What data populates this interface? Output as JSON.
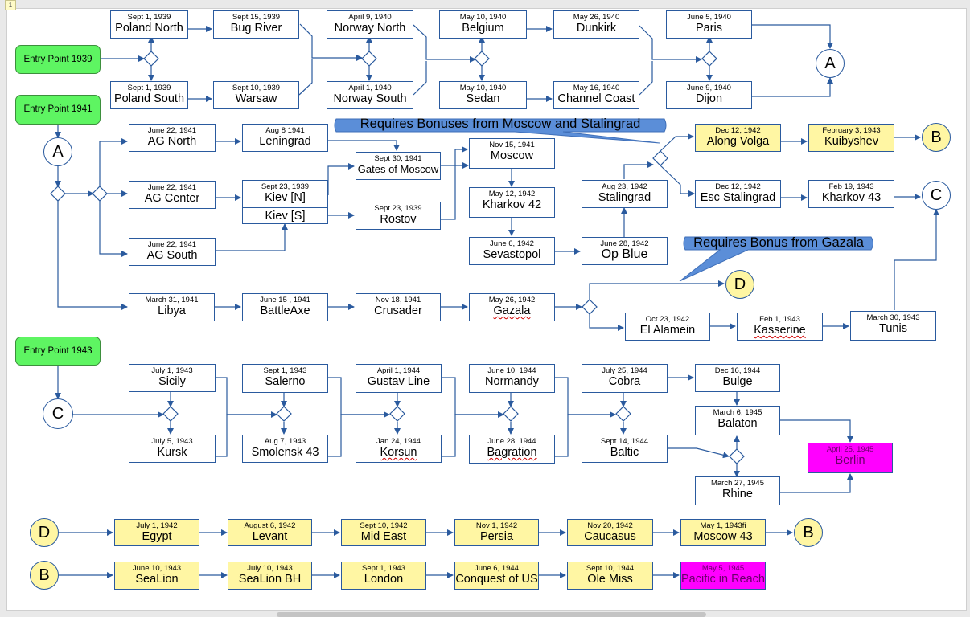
{
  "page_marker": "1",
  "colors": {
    "connector": "#2a5a9e",
    "entry": "#5ef562",
    "yellow": "#fff6a3",
    "magenta": "#ff00ff",
    "callout": "#5b8ed8"
  },
  "entries": {
    "e1939": "Entry Point 1939",
    "e1941": "Entry Point 1941",
    "e1943": "Entry Point 1943"
  },
  "callouts": {
    "moscow_stalingrad": "Requires Bonuses from Moscow and Stalingrad",
    "gazala": "Requires Bonus from Gazala"
  },
  "markers": {
    "a": "A",
    "b": "B",
    "c": "C",
    "d": "D"
  },
  "nodes": {
    "poland_north": {
      "date": "Sept 1, 1939",
      "name": "Poland North"
    },
    "poland_south": {
      "date": "Sept 1, 1939",
      "name": "Poland South"
    },
    "bug_river": {
      "date": "Sept 15, 1939",
      "name": "Bug River"
    },
    "warsaw": {
      "date": "Sept 10, 1939",
      "name": "Warsaw"
    },
    "norway_north": {
      "date": "April 9, 1940",
      "name": "Norway North"
    },
    "norway_south": {
      "date": "April 1, 1940",
      "name": "Norway South"
    },
    "belgium": {
      "date": "May 10, 1940",
      "name": "Belgium"
    },
    "sedan": {
      "date": "May 10, 1940",
      "name": "Sedan"
    },
    "dunkirk": {
      "date": "May 26, 1940",
      "name": "Dunkirk"
    },
    "channel_coast": {
      "date": "May 16, 1940",
      "name": "Channel Coast"
    },
    "paris": {
      "date": "June 5, 1940",
      "name": "Paris"
    },
    "dijon": {
      "date": "June 9, 1940",
      "name": "Dijon"
    },
    "ag_north": {
      "date": "June 22, 1941",
      "name": "AG North"
    },
    "ag_center": {
      "date": "June 22, 1941",
      "name": "AG Center"
    },
    "ag_south": {
      "date": "June 22, 1941",
      "name": "AG South"
    },
    "leningrad": {
      "date": "Aug 8 1941",
      "name": "Leningrad"
    },
    "kiev_n": {
      "date": "Sept 23, 1939",
      "name": "Kiev [N]"
    },
    "kiev_s": {
      "name": "Kiev [S]"
    },
    "gates_moscow": {
      "date": "Sept 30, 1941",
      "name": "Gates of Moscow"
    },
    "rostov": {
      "date": "Sept 23, 1939",
      "name": "Rostov"
    },
    "moscow": {
      "date": "Nov 15, 1941",
      "name": "Moscow"
    },
    "kharkov42": {
      "date": "May 12, 1942",
      "name": "Kharkov 42"
    },
    "sevastopol": {
      "date": "June 6, 1942",
      "name": "Sevastopol"
    },
    "op_blue": {
      "date": "June 28, 1942",
      "name": "Op Blue"
    },
    "stalingrad": {
      "date": "Aug 23, 1942",
      "name": "Stalingrad"
    },
    "along_volga": {
      "date": "Dec 12, 1942",
      "name": "Along Volga"
    },
    "kuibyshev": {
      "date": "February 3, 1943",
      "name": "Kuibyshev"
    },
    "esc_stalingrad": {
      "date": "Dec 12, 1942",
      "name": "Esc Stalingrad"
    },
    "kharkov43": {
      "date": "Feb 19, 1943",
      "name": "Kharkov 43"
    },
    "libya": {
      "date": "March 31, 1941",
      "name": "Libya"
    },
    "battleaxe": {
      "date": "June 15 , 1941",
      "name": "BattleAxe"
    },
    "crusader": {
      "date": "Nov 18, 1941",
      "name": "Crusader"
    },
    "gazala": {
      "date": "May 26, 1942",
      "name": "Gazala"
    },
    "el_alamein": {
      "date": "Oct 23, 1942",
      "name": "El Alamein"
    },
    "kasserine": {
      "date": "Feb 1, 1943",
      "name": "Kasserine"
    },
    "tunis": {
      "date": "March 30, 1943",
      "name": "Tunis"
    },
    "sicily": {
      "date": "July 1, 1943",
      "name": "Sicily"
    },
    "kursk": {
      "date": "July 5, 1943",
      "name": "Kursk"
    },
    "salerno": {
      "date": "Sept 1, 1943",
      "name": "Salerno"
    },
    "smolensk": {
      "date": "Aug 7, 1943",
      "name": "Smolensk 43"
    },
    "gustav": {
      "date": "April 1, 1944",
      "name": "Gustav Line"
    },
    "korsun": {
      "date": "Jan 24, 1944",
      "name": "Korsun"
    },
    "normandy": {
      "date": "June 10, 1944",
      "name": "Normandy"
    },
    "bagration": {
      "date": "June 28, 1944",
      "name": "Bagration"
    },
    "cobra": {
      "date": "July 25, 1944",
      "name": "Cobra"
    },
    "baltic": {
      "date": "Sept 14, 1944",
      "name": "Baltic"
    },
    "bulge": {
      "date": "Dec 16, 1944",
      "name": "Bulge"
    },
    "balaton": {
      "date": "March 6, 1945",
      "name": "Balaton"
    },
    "rhine": {
      "date": "March 27, 1945",
      "name": "Rhine"
    },
    "berlin": {
      "date": "April 25, 1945",
      "name": "Berlin"
    },
    "egypt": {
      "date": "July 1, 1942",
      "name": "Egypt"
    },
    "levant": {
      "date": "August 6, 1942",
      "name": "Levant"
    },
    "mid_east": {
      "date": "Sept 10, 1942",
      "name": "Mid East"
    },
    "persia": {
      "date": "Nov 1, 1942",
      "name": "Persia"
    },
    "caucasus": {
      "date": "Nov 20, 1942",
      "name": "Caucasus"
    },
    "moscow43": {
      "date": "May 1, 1943fi",
      "name": "Moscow 43"
    },
    "sealion": {
      "date": "June 10, 1943",
      "name": "SeaLion"
    },
    "sealion_bh": {
      "date": "July 10, 1943",
      "name": "SeaLion BH"
    },
    "london": {
      "date": "Sept 1, 1943",
      "name": "London"
    },
    "conquest_us": {
      "date": "June 6, 1944",
      "name": "Conquest of US"
    },
    "ole_miss": {
      "date": "Sept 10, 1944",
      "name": "Ole Miss"
    },
    "pacific": {
      "date": "May 5, 1945",
      "name": "Pacific in Reach"
    }
  }
}
